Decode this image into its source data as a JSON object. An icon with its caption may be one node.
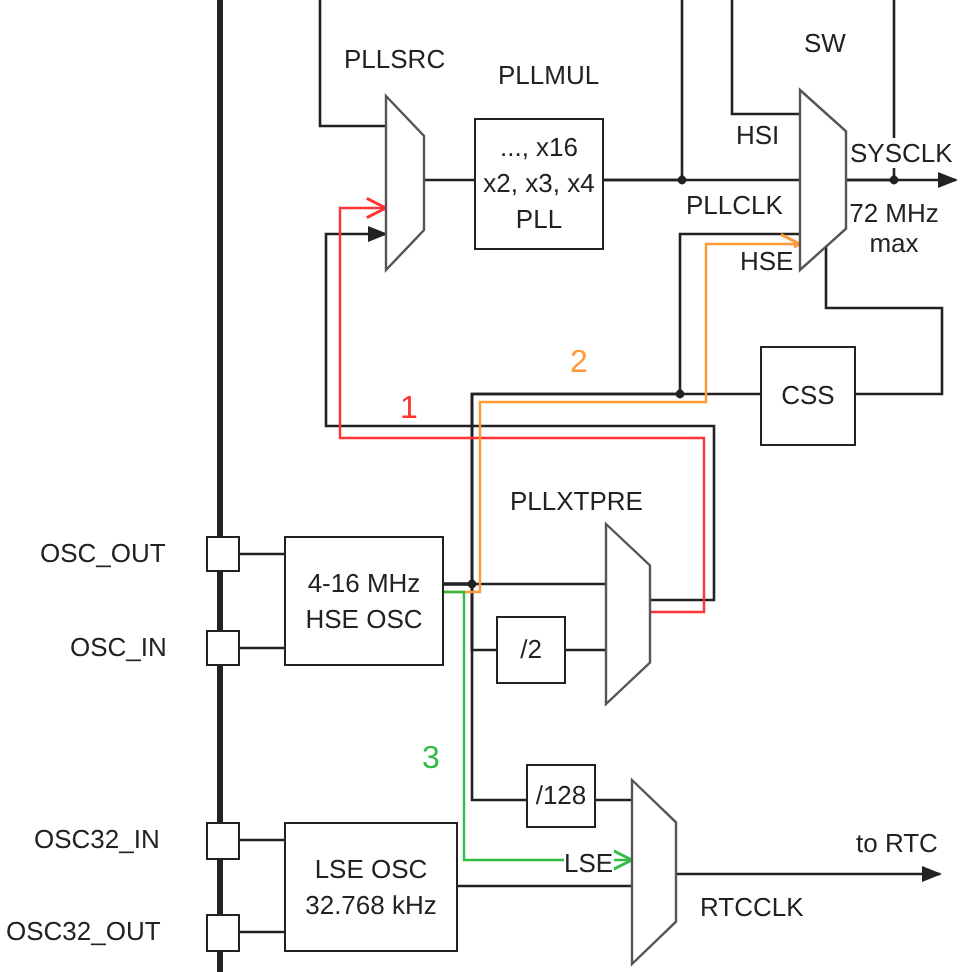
{
  "diagram": {
    "nodes": [
      {
        "text": [
          "PLLSRC"
        ]
      },
      {
        "text": [
          "PLLMUL",
          "..., x16 x2, x3, x4 PLL"
        ]
      },
      {
        "text": [
          "SW"
        ],
        "beside": [
          "72 MHz max"
        ]
      },
      {
        "text": [
          "CSS"
        ]
      },
      {
        "text": [
          "OSC_OUT"
        ]
      },
      {
        "text": [
          "OSC_IN"
        ]
      },
      {
        "text": [
          "4-16 MHz HSE OSC"
        ]
      },
      {
        "text": [
          "PLLXTPRE"
        ]
      },
      {
        "text": [
          "/2"
        ]
      },
      {
        "text": [
          "OSC32_IN"
        ]
      },
      {
        "text": [
          "OSC32_OUT"
        ]
      },
      {
        "text": [
          "LSE OSC 32.768 kHz"
        ]
      },
      {
        "text": [
          "/128"
        ]
      },
      {
        "text": [],
        "shape": "trapezoid"
      }
    ],
    "edges": [
      {
        "from": 0,
        "to": 1,
        "arrow": "none"
      },
      {
        "from": 1,
        "to": 2,
        "arrow": "none",
        "label": "PLLCLK"
      },
      {
        "from": null,
        "to": 2,
        "arrow": "none",
        "label": "HSI"
      },
      {
        "from": 6,
        "to": 2,
        "arrow": "none",
        "label": "HSE"
      },
      {
        "from": 2,
        "to": null,
        "arrow": "to",
        "label": "SYSCLK"
      },
      {
        "from": 1,
        "to": null,
        "arrow": "none"
      },
      {
        "from": 2,
        "to": null,
        "arrow": "none"
      },
      {
        "from": null,
        "to": 0,
        "arrow": "none"
      },
      {
        "from": 3,
        "to": 2,
        "arrow": "none"
      },
      {
        "from": 6,
        "to": 3,
        "arrow": "none"
      },
      {
        "from": 7,
        "to": 0,
        "arrow": "to"
      },
      {
        "from": 6,
        "to": 7,
        "arrow": "none"
      },
      {
        "from": 6,
        "to": 8,
        "arrow": "none"
      },
      {
        "from": 8,
        "to": 7,
        "arrow": "none"
      },
      {
        "from": 6,
        "to": 12,
        "arrow": "none"
      },
      {
        "from": 12,
        "to": 13,
        "arrow": "none"
      },
      {
        "from": 11,
        "to": 13,
        "arrow": "none",
        "label": "LSE"
      },
      {
        "from": 13,
        "to": null,
        "arrow": "to",
        "label": "to RTC"
      },
      {
        "from": 4,
        "to": 6,
        "arrow": "none"
      },
      {
        "from": 5,
        "to": 6,
        "arrow": "none"
      },
      {
        "from": 9,
        "to": 11,
        "arrow": "none"
      },
      {
        "from": 10,
        "to": 11,
        "arrow": "none"
      },
      {
        "from": 7,
        "to": 0,
        "arrow": "to",
        "label": "1",
        "color": "#ff3333"
      },
      {
        "from": 6,
        "to": 2,
        "arrow": "to",
        "label": "2",
        "color": "#ff9933"
      },
      {
        "from": 6,
        "to": 13,
        "arrow": "to",
        "label": "3",
        "color": "#33bb44"
      }
    ],
    "labels": [
      "RTCCLK"
    ]
  }
}
